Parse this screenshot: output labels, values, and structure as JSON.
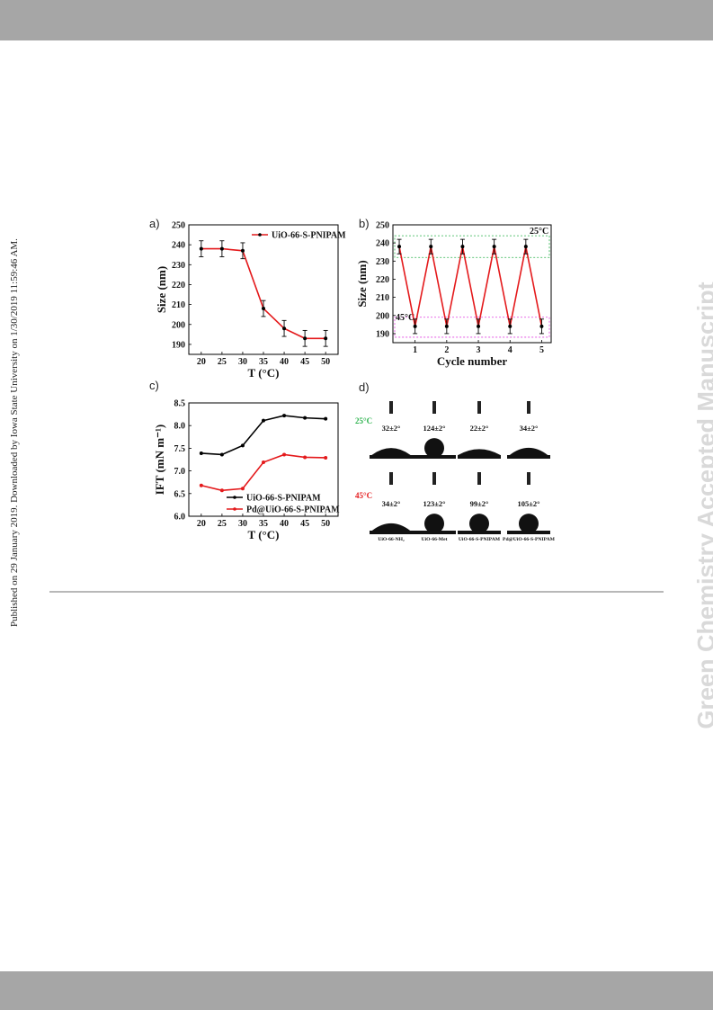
{
  "header": {},
  "side_note": "Published on 29 January 2019. Downloaded by Iowa State University on 1/30/2019 11:59:46 AM.",
  "watermark": "Green Chemistry Accepted Manuscript",
  "chart_data": [
    {
      "panel": "a)",
      "type": "line",
      "x": [
        20,
        25,
        30,
        35,
        40,
        45,
        50
      ],
      "series": [
        {
          "name": "UiO-66-S-PNIPAM",
          "values": [
            238,
            238,
            237,
            208,
            198,
            193,
            193
          ],
          "errors": [
            4,
            4,
            4,
            4,
            4,
            4,
            4
          ],
          "color": "#e41a1c"
        }
      ],
      "xlabel": "T (°C)",
      "ylabel": "Size (nm)",
      "xlim": [
        17,
        53
      ],
      "ylim": [
        185,
        250
      ],
      "xticks": [
        20,
        25,
        30,
        35,
        40,
        45,
        50
      ],
      "yticks": [
        190,
        200,
        210,
        220,
        230,
        240,
        250
      ],
      "legend": "top-right"
    },
    {
      "panel": "b)",
      "type": "line",
      "x": [
        0.5,
        1,
        1.5,
        2,
        2.5,
        3,
        3.5,
        4,
        4.5,
        5
      ],
      "series": [
        {
          "name": "",
          "values": [
            238,
            194,
            238,
            194,
            238,
            194,
            238,
            194,
            238,
            194
          ],
          "errors": [
            4,
            4,
            4,
            4,
            4,
            4,
            4,
            4,
            4,
            4
          ],
          "color": "#e41a1c"
        }
      ],
      "xlabel": "Cycle number",
      "ylabel": "Size (nm)",
      "xlim": [
        0.3,
        5.3
      ],
      "ylim": [
        185,
        250
      ],
      "xticks": [
        1,
        2,
        3,
        4,
        5
      ],
      "yticks": [
        190,
        200,
        210,
        220,
        230,
        240,
        250
      ],
      "bands": [
        {
          "label": "25°C",
          "from": 232,
          "to": 244,
          "color": "#2bb24c"
        },
        {
          "label": "45°C",
          "from": 188,
          "to": 199,
          "color": "#e040e0"
        }
      ]
    },
    {
      "panel": "c)",
      "type": "line",
      "x": [
        20,
        25,
        30,
        35,
        40,
        45,
        50
      ],
      "series": [
        {
          "name": "UiO-66-S-PNIPAM",
          "values": [
            7.39,
            7.36,
            7.56,
            8.11,
            8.22,
            8.17,
            8.15
          ],
          "color": "#000000"
        },
        {
          "name": "Pd@UiO-66-S-PNIPAM",
          "values": [
            6.68,
            6.57,
            6.61,
            7.19,
            7.36,
            7.3,
            7.29
          ],
          "color": "#e41a1c"
        }
      ],
      "xlabel": "T (°C)",
      "ylabel": "IFT (mN m⁻¹)",
      "xlim": [
        17,
        53
      ],
      "ylim": [
        6.0,
        8.5
      ],
      "xticks": [
        20,
        25,
        30,
        35,
        40,
        45,
        50
      ],
      "yticks": [
        6.0,
        6.5,
        7.0,
        7.5,
        8.0,
        8.5
      ],
      "legend": "bottom-left"
    }
  ],
  "panel_d": {
    "label": "d)",
    "temp_25": "25°C",
    "temp_45": "45°C",
    "temp_25_color": "#2bb24c",
    "temp_45_color": "#e41a1c",
    "angles_25": [
      "32±2°",
      "124±2°",
      "22±2°",
      "34±2°"
    ],
    "angles_45": [
      "34±2°",
      "123±2°",
      "99±2°",
      "105±2°"
    ],
    "samples": [
      "UiO-66-NH₂",
      "UiO-66-Met",
      "UiO-66-S-PNIPAM",
      "Pd@UiO-66-S-PNIPAM"
    ]
  }
}
